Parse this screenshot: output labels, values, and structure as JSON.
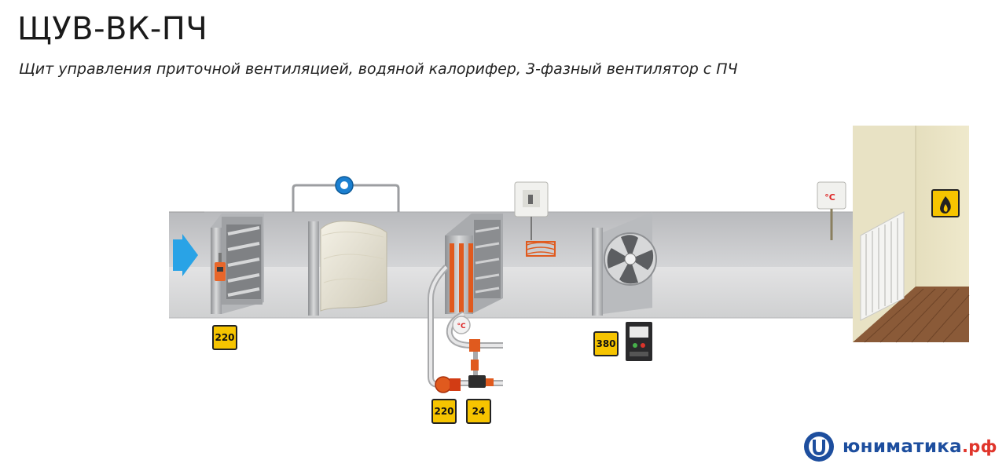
{
  "header": {
    "title": "ЩУВ-ВК-ПЧ",
    "subtitle": "Щит управления приточной вентиляцией, водяной калорифер, 3-фазный вентилятор с ПЧ"
  },
  "badges": {
    "damper_voltage": "220",
    "pump_voltage": "220",
    "valve_voltage": "24",
    "fan_voltage": "380"
  },
  "sensors": {
    "duct_temp_label": "°C",
    "water_temp_label": "°C"
  },
  "logo": {
    "name": "юниматика",
    "tld": ".рф"
  },
  "colors": {
    "duct": "#c7c8ca",
    "badge": "#f6c400",
    "air_arrow": "#29a3e6",
    "pipe_hot": "#e05a1e",
    "wall": "#e6e0c2",
    "floor": "#8a5a38",
    "logo_blue": "#1d4e9e",
    "logo_red": "#e0352b"
  }
}
